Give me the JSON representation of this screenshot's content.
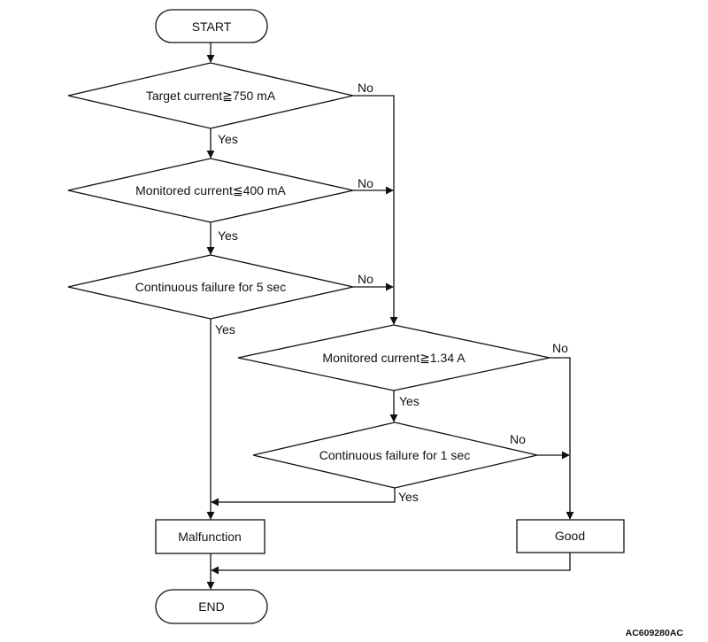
{
  "nodes": {
    "start": "START",
    "d1": "Target current≧750 mA",
    "d2": "Monitored current≦400 mA",
    "d3": "Continuous failure for 5 sec",
    "d4": "Monitored current≧1.34 A",
    "d5": "Continuous failure for 1 sec",
    "malfunction": "Malfunction",
    "good": "Good",
    "end": "END"
  },
  "branches": {
    "yes": "Yes",
    "no": "No"
  },
  "figure_code": "AC609280AC"
}
